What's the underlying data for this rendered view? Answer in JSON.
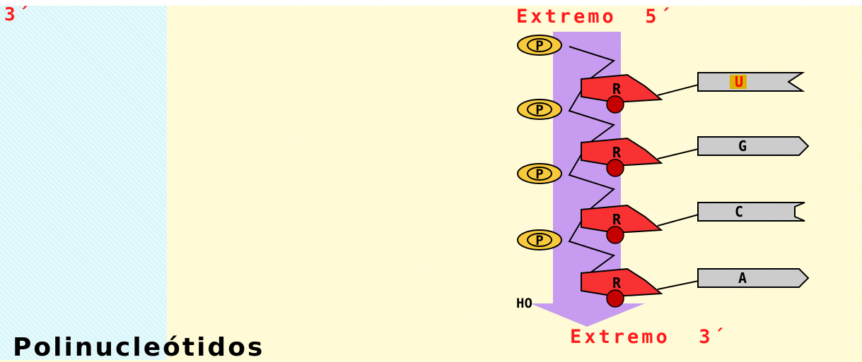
{
  "labels": {
    "top_left_end": "3´",
    "top_end": "Extremo  5´",
    "bottom_end": "Extremo  3´",
    "hydroxyl": "HO",
    "title": "Polinucleótidos"
  },
  "phosphate_label": "P",
  "ribose_label": "R",
  "bases": [
    "U",
    "G",
    "C",
    "A"
  ],
  "colors": {
    "strand": "#c79cf0",
    "phosphate": "#f8c93a",
    "ribose": "#f83232",
    "base_box": "#cccccc",
    "label_red": "#ff1a1a"
  }
}
